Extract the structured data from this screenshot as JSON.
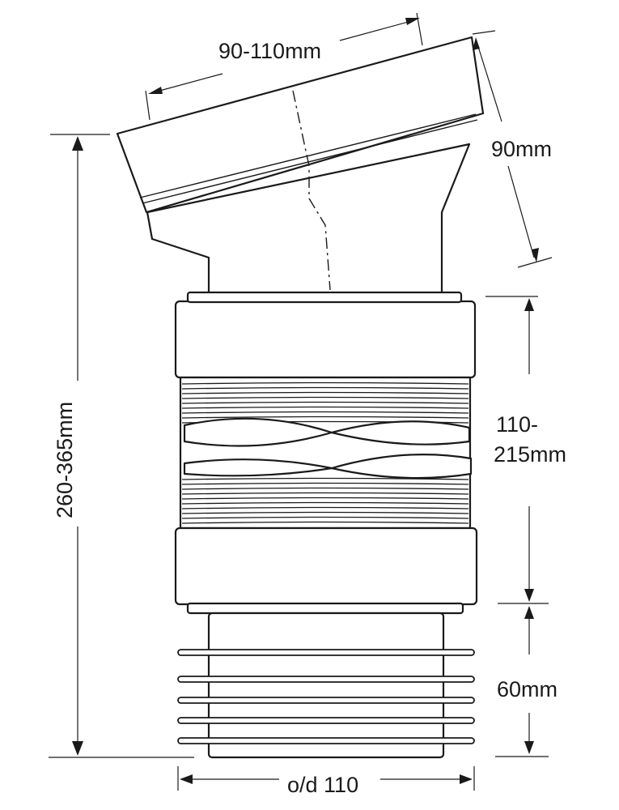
{
  "dimensions": {
    "inlet_diameter": "90-110mm",
    "inlet_depth": "90mm",
    "overall_height": "260-365mm",
    "extension_line1": "110-",
    "extension_line2": "215mm",
    "spigot_length": "60mm",
    "outlet_diameter": "o/d 110"
  }
}
